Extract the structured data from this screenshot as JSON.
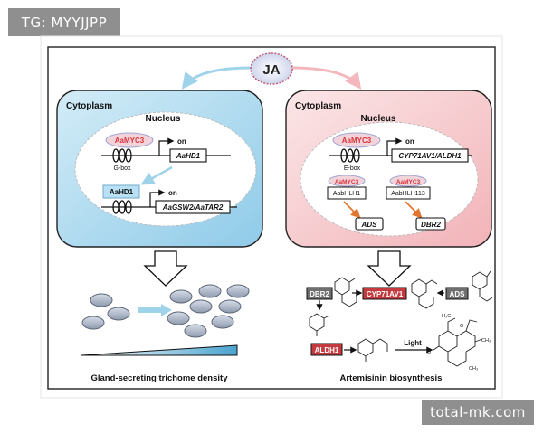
{
  "watermark_top": "TG: MYYJJPP",
  "watermark_bottom": "total-mk.com",
  "ja_label": "JA",
  "left": {
    "cytoplasm_label": "Cytoplasm",
    "nucleus_label": "Nucleus",
    "tf1": "AaMYC3",
    "on1": "on",
    "box1": "G-box",
    "gene1": "AaHD1",
    "tf2": "AaHD1",
    "on2": "on",
    "gene2": "AaGSW2/AaTAR2",
    "caption": "Gland-secreting trichome density"
  },
  "right": {
    "cytoplasm_label": "Cytoplasm",
    "nucleus_label": "Nucleus",
    "tf1": "AaMYC3",
    "on1": "on",
    "box1": "E-box",
    "gene1": "CYP71AV1/ALDH1",
    "myc3_a": "AaMYC3",
    "bhlh1": "AabHLH1",
    "myc3_b": "AaMYC3",
    "bhlh2": "AabHLH113",
    "ads": "ADS",
    "dbr2": "DBR2",
    "caption": "Artemisinin biosynthesis"
  },
  "pathway": {
    "dbr2": "DBR2",
    "cyp": "CYP71AV1",
    "ads": "ADS",
    "aldh1": "ALDH1",
    "light": "Light"
  },
  "colors": {
    "blue_fill": "#a8d6ee",
    "pink_fill": "#f7c9cc",
    "red_text": "#d8343a",
    "orange_arrow": "#e0762f",
    "teal_arrow": "#7ec8e3",
    "box_red": "#c53a3e",
    "box_grey": "#6f6f6f"
  }
}
